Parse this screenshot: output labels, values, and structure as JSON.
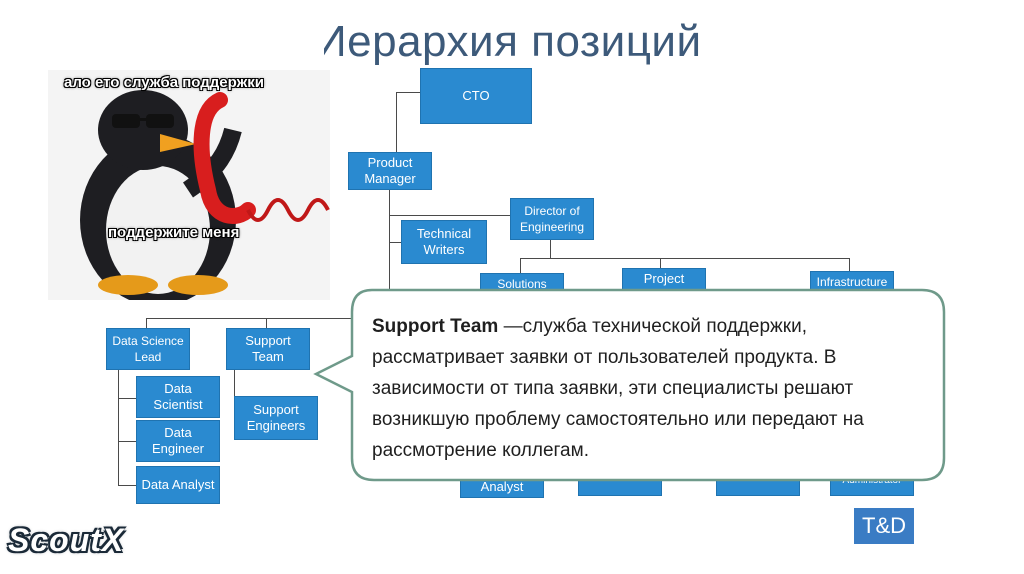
{
  "slide": {
    "title": "Иерархия позиций"
  },
  "meme": {
    "caption_top": "ало ето служба поддержки",
    "caption_bottom": "поддержите меня"
  },
  "org_chart": {
    "cto": "CTO",
    "product_manager": "Product Manager",
    "technical_writers": "Technical Writers",
    "director_of_engineering": "Director of Engineering",
    "solutions_partial": "Solutions",
    "project_partial": "Project",
    "infrastructure_partial": "Infrastructure",
    "data_science_lead": "Data Science Lead",
    "support_team": "Support Team",
    "data_scientist": "Data Scientist",
    "data_engineer": "Data Engineer",
    "data_analyst": "Data Analyst",
    "support_engineers": "Support Engineers",
    "analyst_partial": "Analyst",
    "administrator_partial": "Administrator"
  },
  "callout": {
    "term": "Support Team",
    "definition": " —служба технической поддержки, рассматривает заявки от пользователей продукта. В зависимости от типа заявки, эти специалисты решают возникшую проблему самостоятельно или передают на рассмотрение коллегам."
  },
  "logos": {
    "td": "T&D",
    "scoutx": "ScoutX"
  },
  "colors": {
    "box_fill": "#2a8ad0",
    "callout_border": "#6f9a8a",
    "title": "#3d5a7a"
  }
}
